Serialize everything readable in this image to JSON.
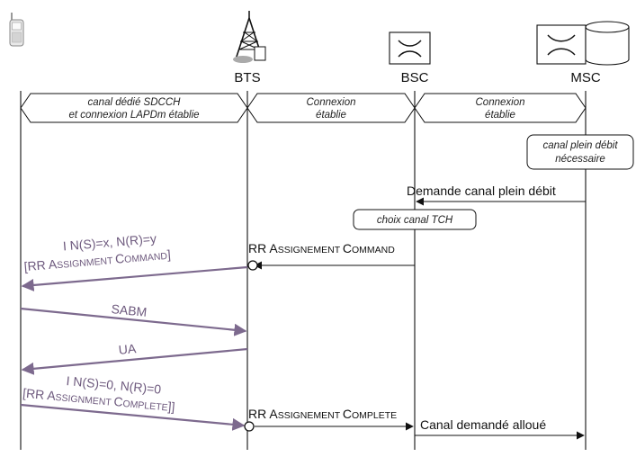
{
  "entities": {
    "ms": "",
    "bts": "BTS",
    "bsc": "BSC",
    "msc": "MSC"
  },
  "phases": [
    {
      "line1": "canal dédié SDCCH",
      "line2": "et connexion LAPDm établie"
    },
    {
      "line1": "Connexion",
      "line2": "établie"
    },
    {
      "line1": "Connexion",
      "line2": "établie"
    }
  ],
  "notes": {
    "msc_line1": "canal plein débit",
    "msc_line2": "nécessaire",
    "bsc": "choix canal TCH"
  },
  "messages": {
    "demande": "Demande canal plein débit",
    "rr_cmd_prefix1": "RR ",
    "rr_cmd_big1": "A",
    "rr_cmd_small1": "SSIGNEMENT ",
    "rr_cmd_big2": "C",
    "rr_cmd_small2": "OMMAND",
    "i_cmd": "I  N(S)=x, N(R)=y",
    "rr_asg_open": "[RR ",
    "rr_asg_big1": "A",
    "rr_asg_small1": "SSIGNMENT ",
    "rr_asg_big2": "C",
    "rr_asg_small2": "OMMAND",
    "rr_asg_close": "]",
    "sabm": "SABM",
    "ua": "UA",
    "i_cpl": "I  N(S)=0, N(R)=0",
    "rr_cpl_open": "[RR ",
    "rr_cpl_big1": "A",
    "rr_cpl_small1": "SSIGNMENT ",
    "rr_cpl_big2": "C",
    "rr_cpl_small2": "OMPLETE",
    "rr_cpl_close": "]]",
    "rr_complete_prefix": "RR ",
    "rr_complete_big1": "A",
    "rr_complete_small1": "SSIGNEMENT ",
    "rr_complete_big2": "C",
    "rr_complete_small2": "OMPLETE",
    "alloue": "Canal demandé alloué"
  },
  "colors": {
    "lapd_arrow": "#7d6a8e",
    "line": "#111111"
  }
}
